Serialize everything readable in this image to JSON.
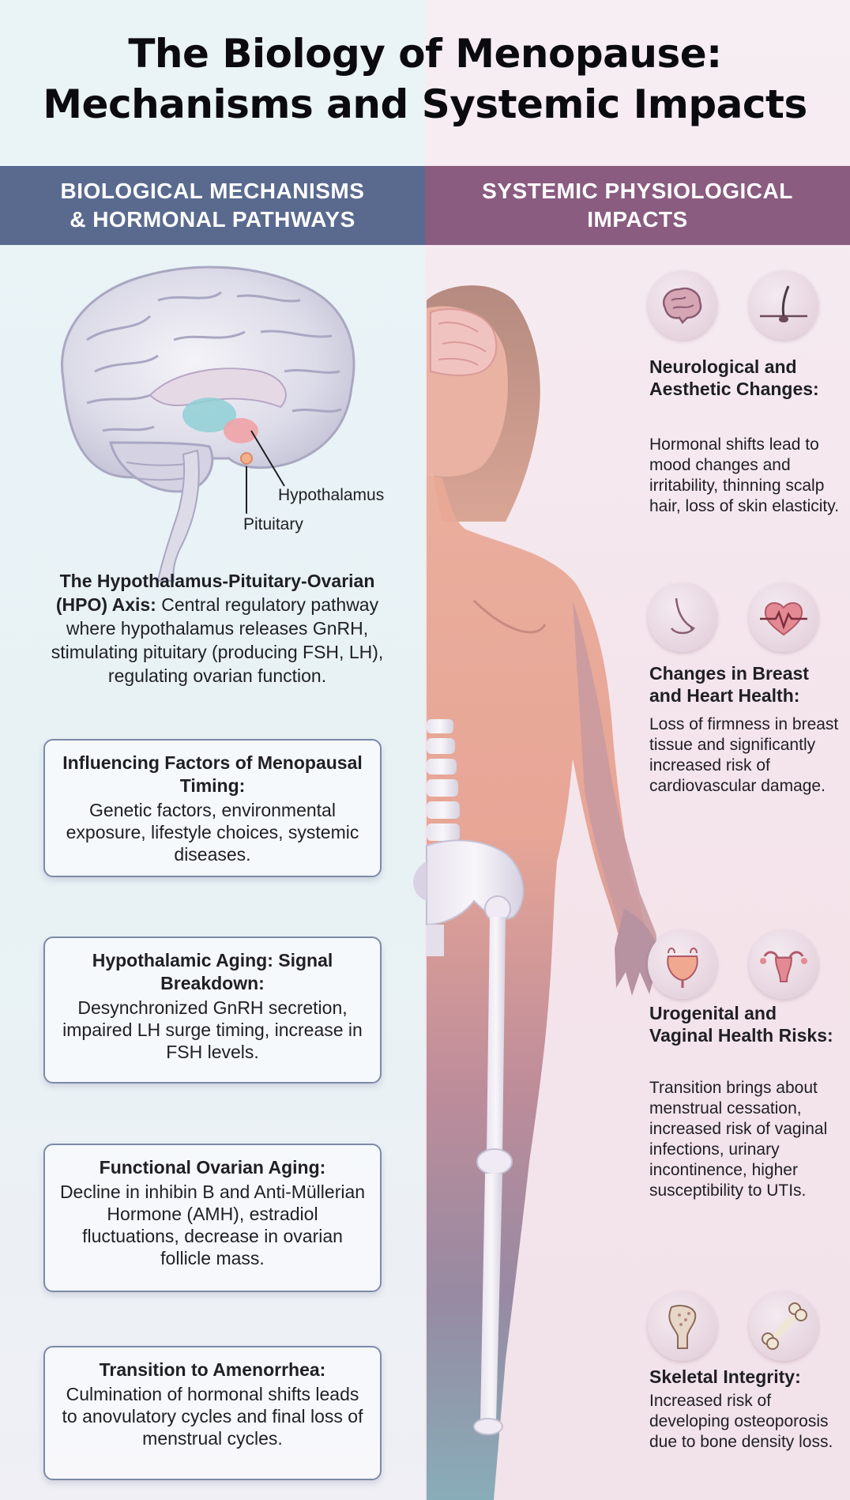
{
  "title": {
    "line1": "The Biology of Menopause:",
    "line2": "Mechanisms and Systemic Impacts"
  },
  "bands": {
    "left_line1": "BIOLOGICAL MECHANISMS",
    "left_line2": "& HORMONAL PATHWAYS",
    "right_line1": "SYSTEMIC PHYSIOLOGICAL",
    "right_line2": "IMPACTS"
  },
  "brain": {
    "hypothalamus_label": "Hypothalamus",
    "pituitary_label": "Pituitary"
  },
  "hpo": {
    "title": "The Hypothalamus-Pituitary-Ovarian (HPO) Axis:",
    "text": "Central regulatory pathway where hypothalamus releases GnRH, stimulating pituitary (producing FSH, LH), regulating ovarian function."
  },
  "left_cards": [
    {
      "title": "Influencing Factors of Menopausal Timing:",
      "text": "Genetic factors, environmental exposure, lifestyle choices, systemic diseases."
    },
    {
      "title": "Hypothalamic Aging: Signal Breakdown:",
      "text": "Desynchronized GnRH secretion, impaired LH surge timing, increase in FSH levels."
    },
    {
      "title": "Functional Ovarian Aging:",
      "text": "Decline in inhibin B and Anti-Müllerian Hormone (AMH), estradiol fluctuations, decrease in ovarian follicle mass."
    },
    {
      "title": "Transition to Amenorrhea:",
      "text": "Culmination of hormonal shifts leads to anovulatory cycles and final loss of menstrual cycles."
    }
  ],
  "right_sections": [
    {
      "icons": [
        "brain-icon",
        "hair-follicle-icon"
      ],
      "title": "Neurological and Aesthetic Changes:",
      "text": "Hormonal shifts lead to mood changes and irritability, thinning scalp hair, loss of skin elasticity."
    },
    {
      "icons": [
        "breast-icon",
        "heart-pulse-icon"
      ],
      "title": "Changes in Breast and Heart Health:",
      "text": "Loss of firmness in breast tissue and significantly increased risk of cardiovascular damage."
    },
    {
      "icons": [
        "bladder-icon",
        "uterus-icon"
      ],
      "title": "Urogenital and Vaginal Health Risks:",
      "text": "Transition brings about menstrual cessation, increased risk of vaginal infections, urinary incontinence, higher susceptibility to UTIs."
    },
    {
      "icons": [
        "bone-density-icon",
        "bone-icon"
      ],
      "title": "Skeletal Integrity:",
      "text": "Increased risk of developing osteoporosis due to bone density loss."
    }
  ],
  "colors": {
    "left_band": "#5a6a8f",
    "right_band": "#8a5c80",
    "card_border": "#7d8aa8"
  }
}
